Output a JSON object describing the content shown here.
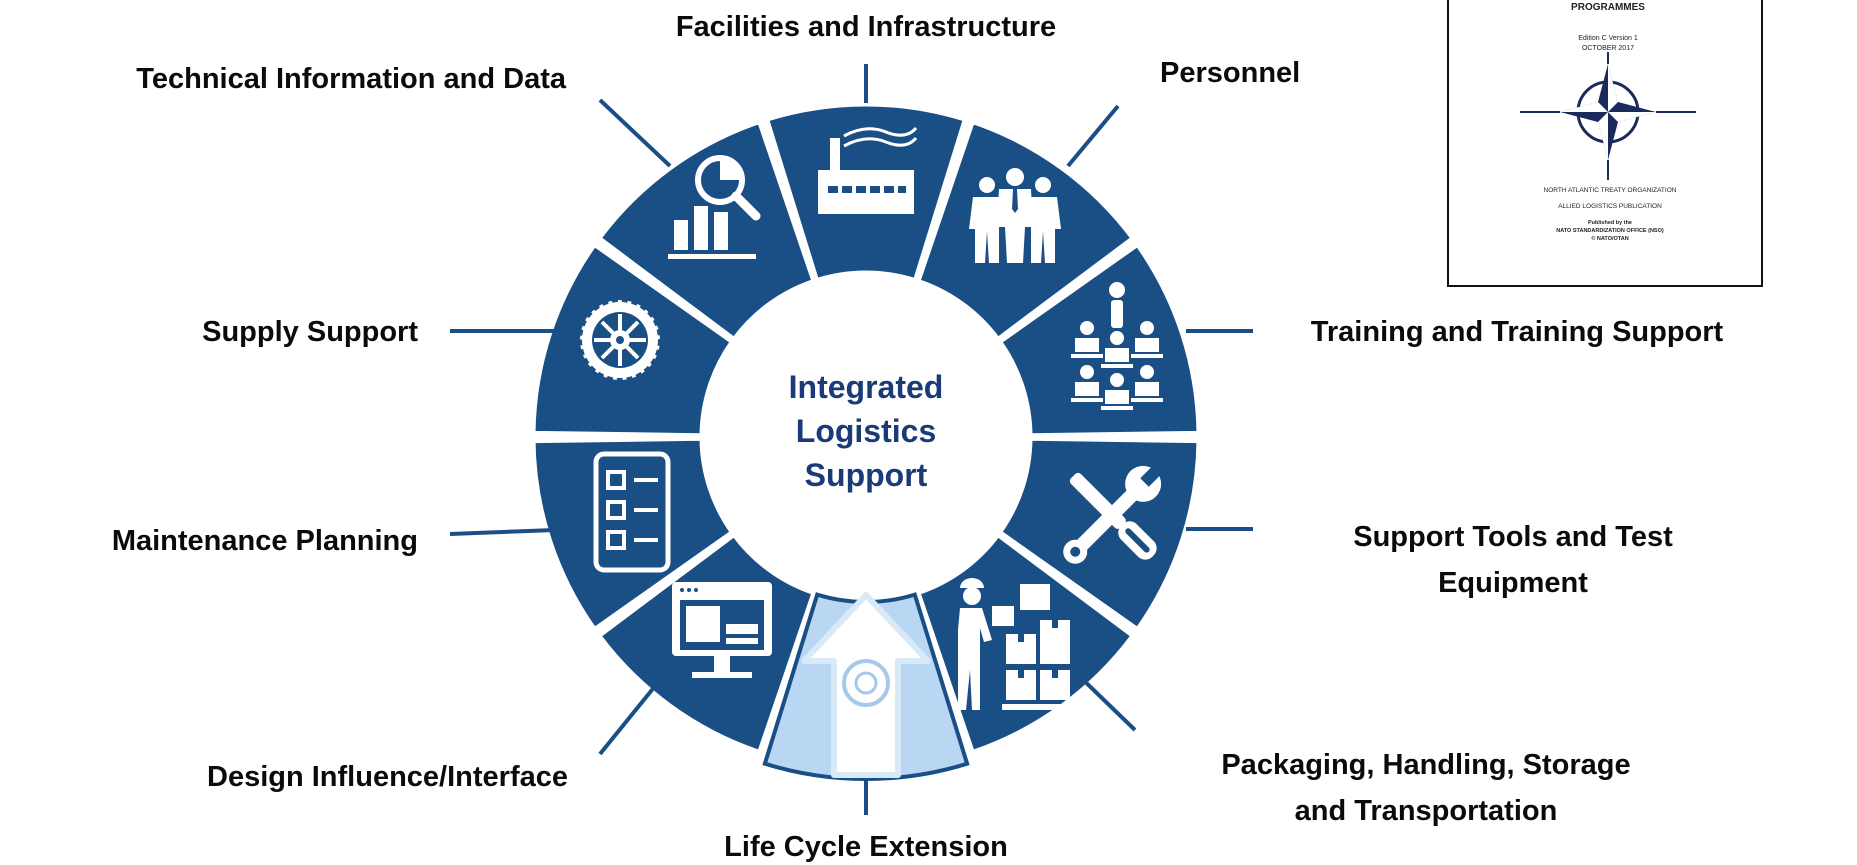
{
  "colors": {
    "segment": "#1a4f86",
    "highlight": "#b9d7f3",
    "highlight_stroke": "#1a4f86",
    "center_text": "#1a3a78",
    "label_text": "#0b0b0b",
    "connector": "#1a4f86"
  },
  "center": {
    "line1": "Integrated",
    "line2": "Logistics",
    "line3": "Support"
  },
  "segments": [
    {
      "id": "facilities",
      "label_lines": [
        "Facilities and Infrastructure"
      ],
      "icon": "factory-icon",
      "highlighted": false
    },
    {
      "id": "personnel",
      "label_lines": [
        "Personnel"
      ],
      "icon": "people-group-icon",
      "highlighted": false
    },
    {
      "id": "training",
      "label_lines": [
        "Training and Training Support"
      ],
      "icon": "classroom-icon",
      "highlighted": false
    },
    {
      "id": "support-tools",
      "label_lines": [
        "Support Tools and Test",
        "Equipment"
      ],
      "icon": "wrench-screwdriver-icon",
      "highlighted": false
    },
    {
      "id": "packaging",
      "label_lines": [
        "Packaging, Handling, Storage",
        "and Transportation"
      ],
      "icon": "worker-boxes-icon",
      "highlighted": false
    },
    {
      "id": "life-cycle",
      "label_lines": [
        "Life Cycle Extension"
      ],
      "icon": "arrow-cycle-icon",
      "highlighted": true
    },
    {
      "id": "design",
      "label_lines": [
        "Design Influence/Interface"
      ],
      "icon": "monitor-icon",
      "highlighted": false
    },
    {
      "id": "maintenance",
      "label_lines": [
        "Maintenance Planning"
      ],
      "icon": "checklist-icon",
      "highlighted": false
    },
    {
      "id": "supply",
      "label_lines": [
        "Supply Support"
      ],
      "icon": "tire-icon",
      "highlighted": false
    },
    {
      "id": "technical",
      "label_lines": [
        "Technical Information and Data"
      ],
      "icon": "chart-magnifier-icon",
      "highlighted": false
    }
  ],
  "publication": {
    "header": "PROGRAMMES",
    "edition": "Edition C Version 1",
    "date": "OCTOBER 2017",
    "org": "NORTH ATLANTIC TREATY ORGANIZATION",
    "pub_type": "ALLIED LOGISTICS PUBLICATION",
    "published_by": "Published by the",
    "office": "NATO STANDARDIZATION OFFICE (NSO)",
    "copyright": "© NATO/OTAN",
    "emblem": "nato-compass-rose-icon"
  }
}
